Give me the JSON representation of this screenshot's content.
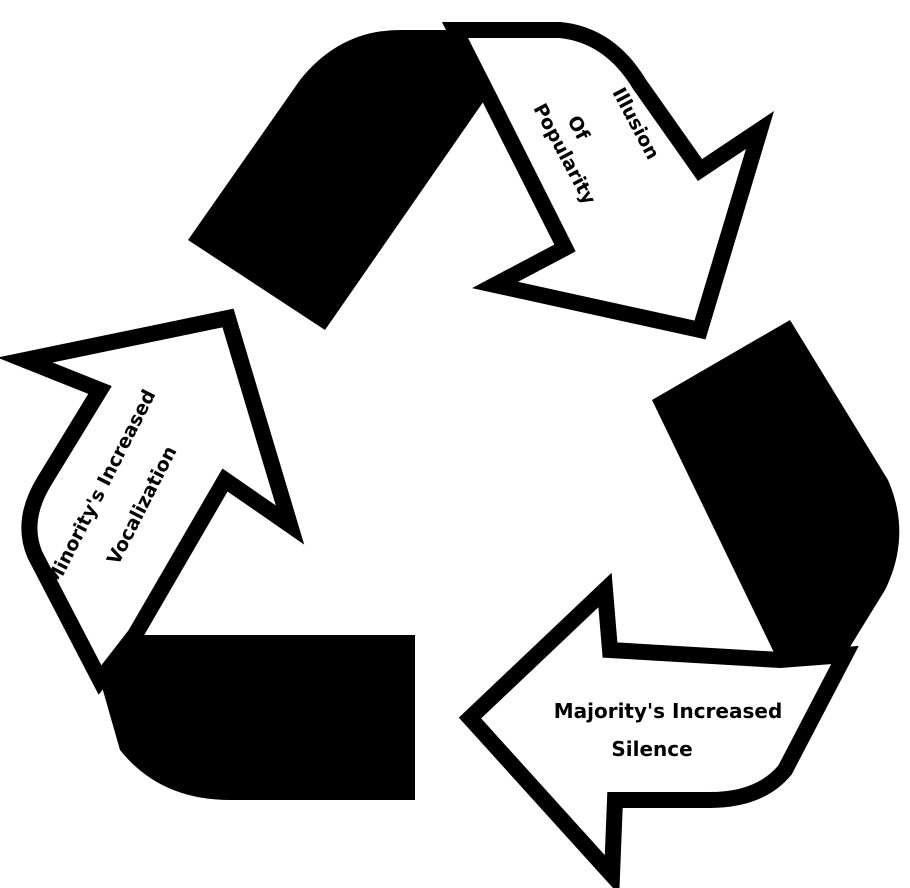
{
  "diagram": {
    "type": "cycle",
    "colors": {
      "background": "#ffffff",
      "band": "#000000",
      "arrow_fill": "#ffffff",
      "outline": "#000000",
      "text": "#000000"
    },
    "steps": [
      {
        "id": "illusion",
        "lines": [
          "Illusion",
          "Of",
          "Popularity"
        ]
      },
      {
        "id": "silence",
        "lines": [
          "Majority's Increased",
          "Silence"
        ]
      },
      {
        "id": "vocalization",
        "lines": [
          "Minority's Increased",
          "Vocalization"
        ]
      }
    ]
  }
}
